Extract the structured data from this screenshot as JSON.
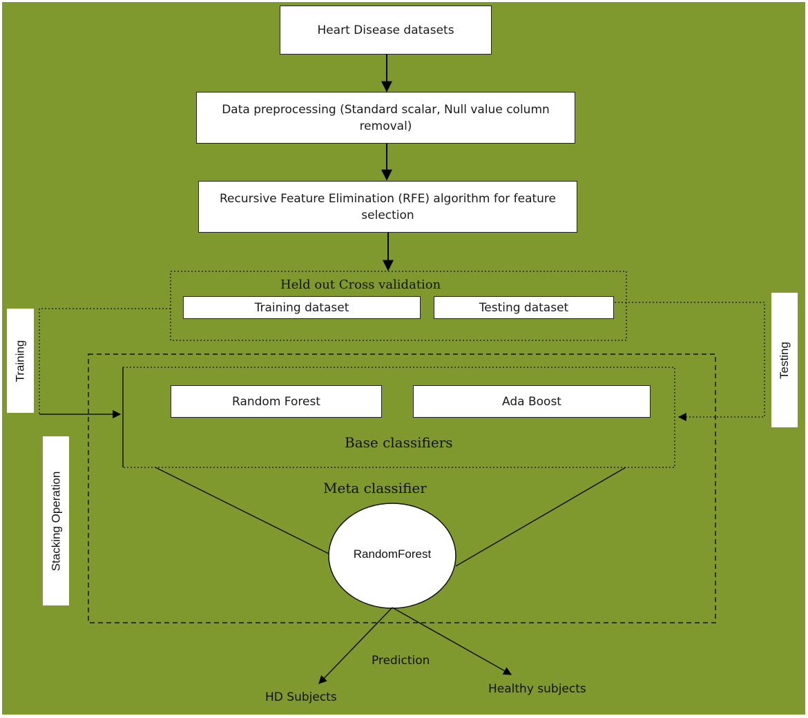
{
  "nodes": {
    "heart_disease_datasets": "Heart Disease datasets",
    "data_preprocessing": "Data preprocessing (Standard scalar, Null value column removal)",
    "rfe": "Recursive Feature Elimination (RFE) algorithm for feature selection",
    "held_out_cv": "Held out Cross validation",
    "training_dataset": "Training dataset",
    "testing_dataset": "Testing dataset",
    "random_forest": "Random Forest",
    "ada_boost": "Ada Boost",
    "base_classifiers": "Base classifiers",
    "meta_classifier": "Meta classifier",
    "meta_model": "RandomForest",
    "prediction": "Prediction",
    "hd_subjects": "HD Subjects",
    "healthy_subjects": "Healthy subjects"
  },
  "side_labels": {
    "training": "Training",
    "testing": "Testing",
    "stacking_operation": "Stacking Operation"
  },
  "colors": {
    "background": "#7f992f",
    "box": "#ffffff",
    "line": "#000000"
  }
}
